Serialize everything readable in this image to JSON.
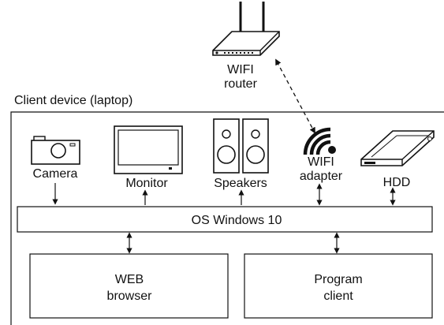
{
  "router": {
    "line1": "WIFI",
    "line2": "router",
    "icon": "wifi-router-icon"
  },
  "client_device": {
    "title": "Client device (laptop)"
  },
  "devices": {
    "camera": {
      "label": "Camera",
      "icon": "camera-icon"
    },
    "monitor": {
      "label": "Monitor",
      "icon": "monitor-icon"
    },
    "speakers": {
      "label": "Speakers",
      "icon": "speakers-icon"
    },
    "wifi_adapter": {
      "line1": "WIFI",
      "line2": "adapter",
      "icon": "wifi-signal-icon"
    },
    "hdd": {
      "label": "HDD",
      "icon": "hdd-icon"
    }
  },
  "os": {
    "label": "OS Windows 10"
  },
  "apps": {
    "web_browser": {
      "line1": "WEB",
      "line2": "browser"
    },
    "program_client": {
      "line1": "Program",
      "line2": "client"
    }
  },
  "colors": {
    "stroke": "#111111",
    "fill": "#ffffff"
  }
}
